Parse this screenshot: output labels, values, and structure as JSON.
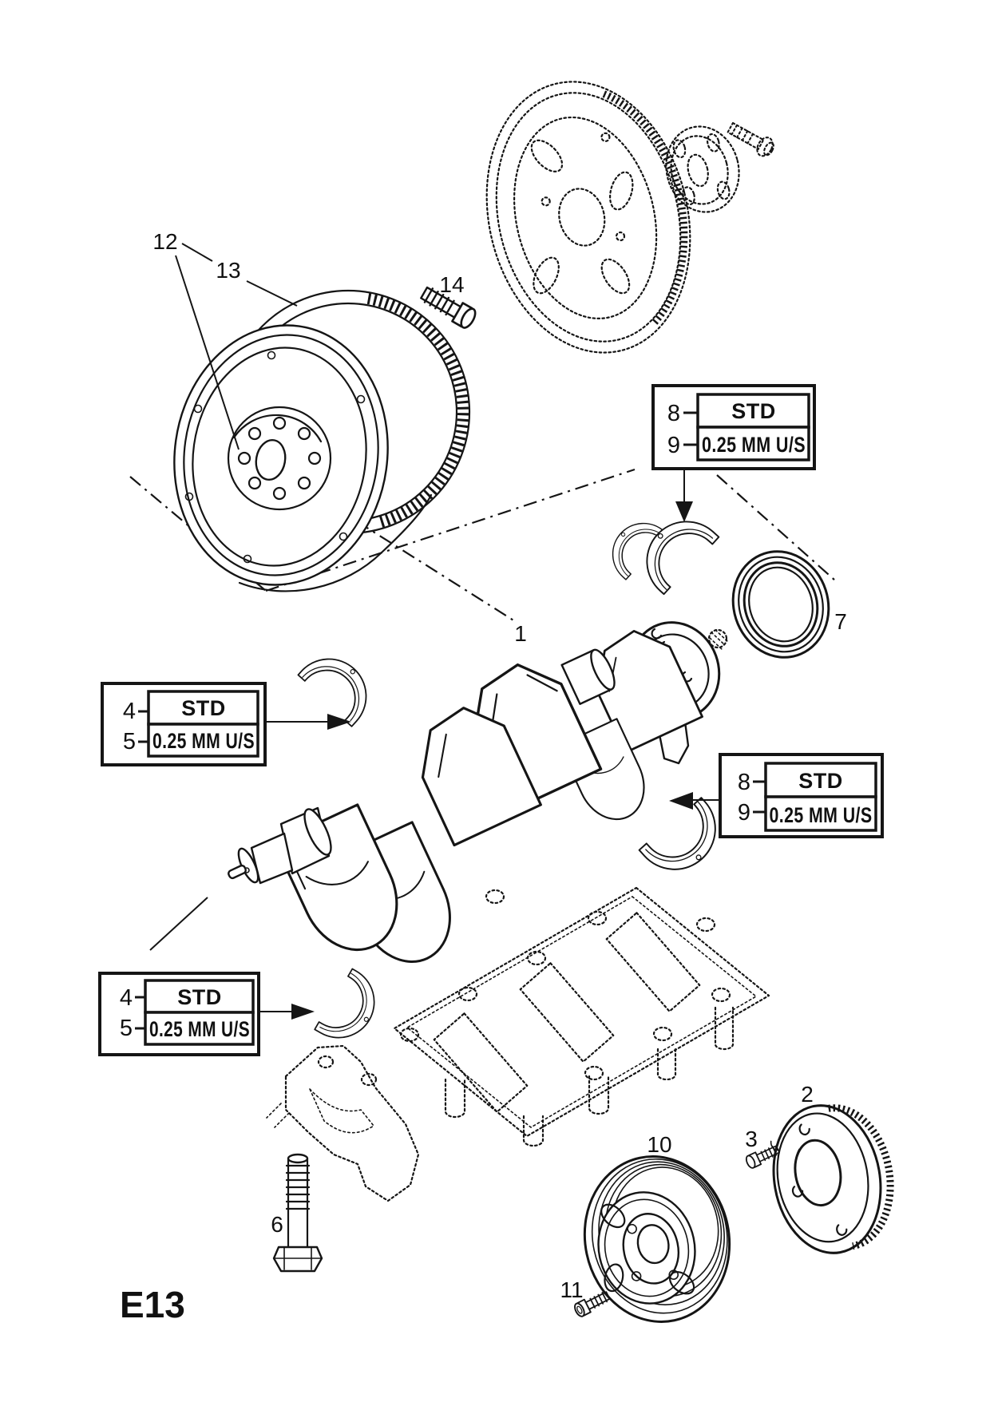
{
  "page_code": "E13",
  "callout_text": {
    "std": "STD",
    "undersize": "0.25  MM U/S"
  },
  "callout_boxes": [
    {
      "name": "crankshaft-bearing-rear-upper",
      "ref_std": "8",
      "ref_undersize": "9"
    },
    {
      "name": "crankshaft-bearing-front-upper",
      "ref_std": "4",
      "ref_undersize": "5"
    },
    {
      "name": "crankshaft-bearing-rear-lower",
      "ref_std": "8",
      "ref_undersize": "9"
    },
    {
      "name": "crankshaft-bearing-front-lower",
      "ref_std": "4",
      "ref_undersize": "5"
    }
  ],
  "part_labels": {
    "crankshaft": "1",
    "sensor_ring": "2",
    "sensor_ring_bolt": "3",
    "bearing_cap_bolt": "6",
    "rear_oil_seal": "7",
    "crankshaft_pulley": "10",
    "pulley_bolt": "11",
    "flywheel": "12",
    "ring_gear": "13",
    "flywheel_bolt": "14"
  }
}
